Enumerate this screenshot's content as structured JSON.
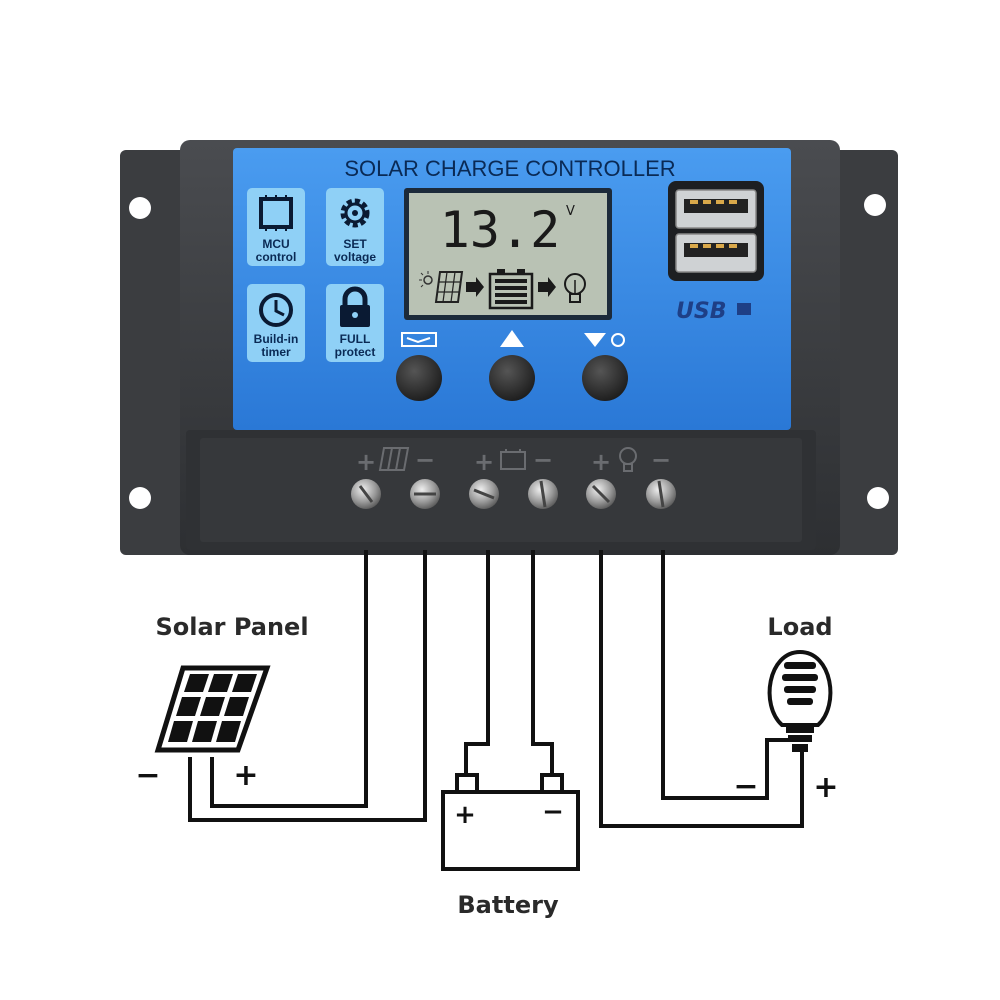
{
  "controller": {
    "title": "SOLAR CHARGE CONTROLLER",
    "lcd": {
      "reading": "13.2",
      "unit": "V"
    },
    "badges": [
      {
        "line1": "MCU",
        "line2": "control",
        "icon": "chip-icon"
      },
      {
        "line1": "SET",
        "line2": "voltage",
        "icon": "gear-icon"
      },
      {
        "line1": "Build-in",
        "line2": "timer",
        "icon": "clock-icon"
      },
      {
        "line1": "FULL",
        "line2": "protect",
        "icon": "lock-icon"
      }
    ],
    "usb_label": "USB",
    "buttons": [
      {
        "icon": "menu-icon"
      },
      {
        "icon": "up-arrow-icon"
      },
      {
        "icon": "down-arrow-icon"
      }
    ],
    "terminal_signs": {
      "plus": "+",
      "minus": "−"
    }
  },
  "labels": {
    "solar_panel": "Solar Panel",
    "load": "Load",
    "battery": "Battery"
  },
  "signs": {
    "panel_minus": "−",
    "panel_plus": "+",
    "battery_plus": "+",
    "battery_minus": "−",
    "load_minus": "−",
    "load_plus": "+"
  },
  "colors": {
    "face_blue": "#2f86e6",
    "housing": "#3a3c3f",
    "lcd": "#b9c2b4",
    "wire": "#111111"
  }
}
